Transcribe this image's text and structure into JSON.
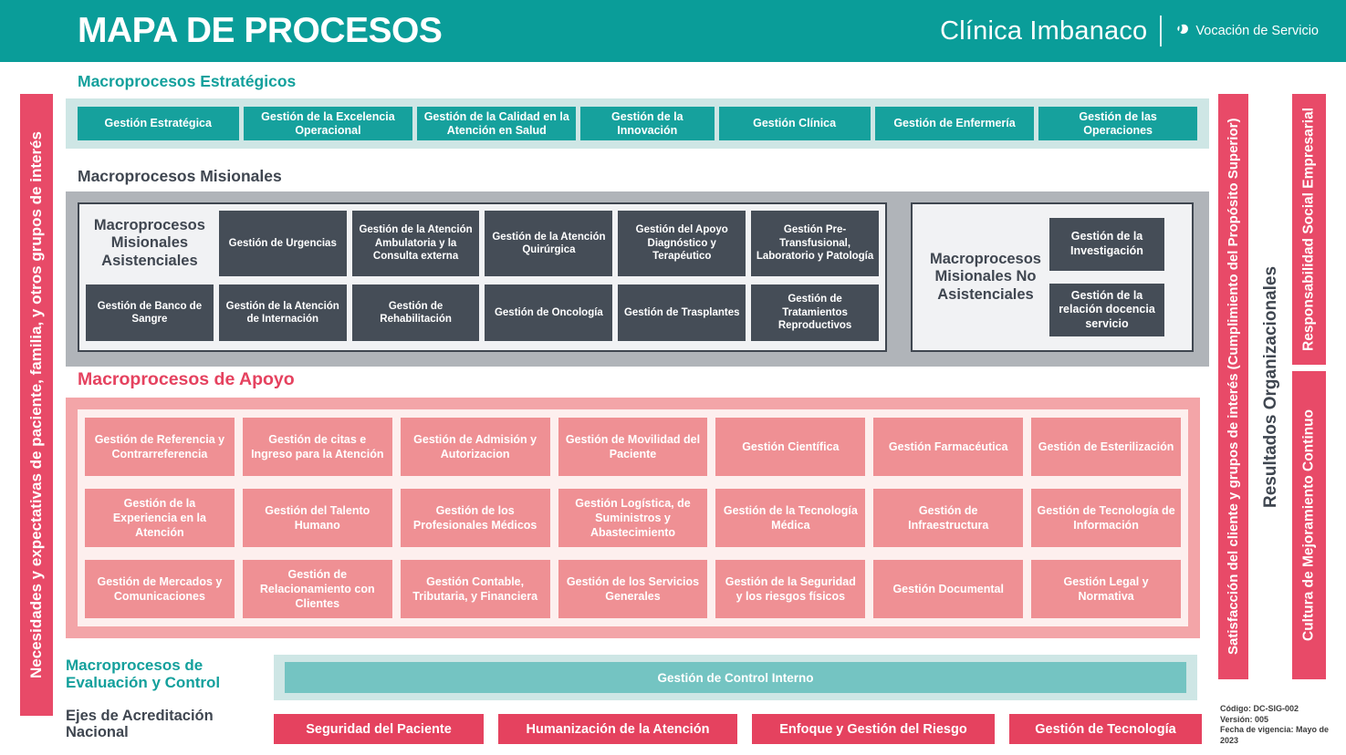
{
  "header": {
    "title": "MAPA DE PROCESOS",
    "brand": "Clínica Imbanaco",
    "brand_tagline": "Vocación de Servicio"
  },
  "left_bar": {
    "label": "Necesidades y expectativas de paciente, familia, y otros grupos de interés"
  },
  "strategic": {
    "heading": "Macroprocesos Estratégicos",
    "items": [
      "Gestión Estratégica",
      "Gestión de la Excelencia Operacional",
      "Gestión de la Calidad en la Atención en Salud",
      "Gestión de la Innovación",
      "Gestión Clínica",
      "Gestión de Enfermería",
      "Gestión de las Operaciones"
    ]
  },
  "misionales": {
    "heading": "Macroprocesos Misionales",
    "asistenciales": {
      "label": "Macroprocesos Misionales Asistenciales",
      "row1": [
        "Gestión de Urgencias",
        "Gestión de la Atención Ambulatoria y la Consulta externa",
        "Gestión de la Atención Quirúrgica",
        "Gestión del Apoyo Diagnóstico y Terapéutico",
        "Gestión Pre-Transfusional, Laboratorio y Patología"
      ],
      "row2": [
        "Gestión de Banco de Sangre",
        "Gestión de la Atención de Internación",
        "Gestión de Rehabilitación",
        "Gestión de Oncología",
        "Gestión de Trasplantes",
        "Gestión de Tratamientos Reproductivos"
      ]
    },
    "no_asistenciales": {
      "label": "Macroprocesos Misionales No Asistenciales",
      "items": [
        "Gestión de la Investigación",
        "Gestión de la relación docencia servicio"
      ]
    }
  },
  "apoyo": {
    "heading": "Macroprocesos de Apoyo",
    "rows": [
      [
        "Gestión de Referencia y Contrarreferencia",
        "Gestión de citas e Ingreso para la Atención",
        "Gestión de Admisión y Autorizacion",
        "Gestión de Movilidad del Paciente",
        "Gestión Científica",
        "Gestión Farmacéutica",
        "Gestión de Esterilización"
      ],
      [
        "Gestión de la Experiencia en la Atención",
        "Gestión del Talento Humano",
        "Gestión de los Profesionales Médicos",
        "Gestión Logística, de Suministros y Abastecimiento",
        "Gestión de la Tecnología Médica",
        "Gestión de Infraestructura",
        "Gestión de Tecnología de Información"
      ],
      [
        "Gestión de Mercados y Comunicaciones",
        "Gestión de Relacionamiento con Clientes",
        "Gestión Contable, Tributaria, y Financiera",
        "Gestión de los Servicios Generales",
        "Gestión de la Seguridad y los riesgos físicos",
        "Gestión Documental",
        "Gestión Legal y Normativa"
      ]
    ]
  },
  "evaluacion": {
    "heading_line1": "Macroprocesos  de",
    "heading_line2": "Evaluación y Control",
    "item": "Gestión de Control Interno"
  },
  "ejes": {
    "heading_line1": "Ejes de Acreditación",
    "heading_line2": "Nacional",
    "items": [
      "Seguridad del Paciente",
      "Humanización de la Atención",
      "Enfoque y Gestión del Riesgo",
      "Gestión de Tecnología"
    ]
  },
  "right_bars": {
    "satisfaccion": "Satisfacción del cliente y grupos de interés (Cumplimiento del Propósito Superior)",
    "resultados": "Resultados Organizacionales",
    "responsabilidad": "Responsabilidad Social Empresarial",
    "cultura": "Cultura de Mejoramiento Continuo"
  },
  "footer_meta": {
    "codigo": "Código: DC-SIG-002",
    "version": "Versión: 005",
    "vigencia": "Fecha de vigencia: Mayo de 2023"
  },
  "colors": {
    "teal_header": "#0A9D99",
    "teal_button": "#16A19D",
    "teal_text": "#13A09C",
    "teal_band_bg": "#CEE6E5",
    "eval_box": "#74C4C2",
    "dark_box": "#454D57",
    "dark_text": "#3F4650",
    "gray_band": "#B0B4B9",
    "panel_bg": "#F1F2F4",
    "apoyo_outer": "#F3A5A8",
    "apoyo_inner": "#FDEFEE",
    "apoyo_box": "#EF9094",
    "crimson": "#E5425F",
    "pink_bar": "#E84A68",
    "meta_text": "#3C3C3C"
  }
}
